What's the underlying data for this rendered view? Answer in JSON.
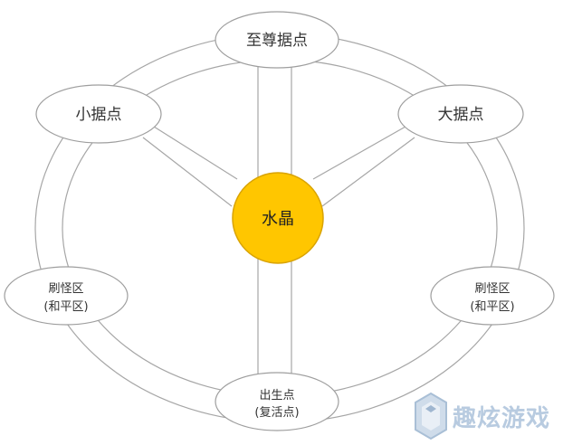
{
  "diagram": {
    "top_node": "至尊据点",
    "left_node": "小据点",
    "right_node": "大据点",
    "left_spawn": {
      "line1": "刷怪区",
      "line2": "(和平区)"
    },
    "right_spawn": {
      "line1": "刷怪区",
      "line2": "(和平区)"
    },
    "bottom_node": {
      "line1": "出生点",
      "line2": "(复活点)"
    },
    "core": "水晶"
  },
  "watermark": {
    "text": "趣炫游戏",
    "logo_icon": "hexagon-logo-icon"
  },
  "colors": {
    "core_fill": "#FFC600",
    "core_stroke": "#D9A300",
    "line": "#A6A6A6",
    "node_stroke": "#9E9E9E",
    "watermark": "#B8CBE0"
  }
}
